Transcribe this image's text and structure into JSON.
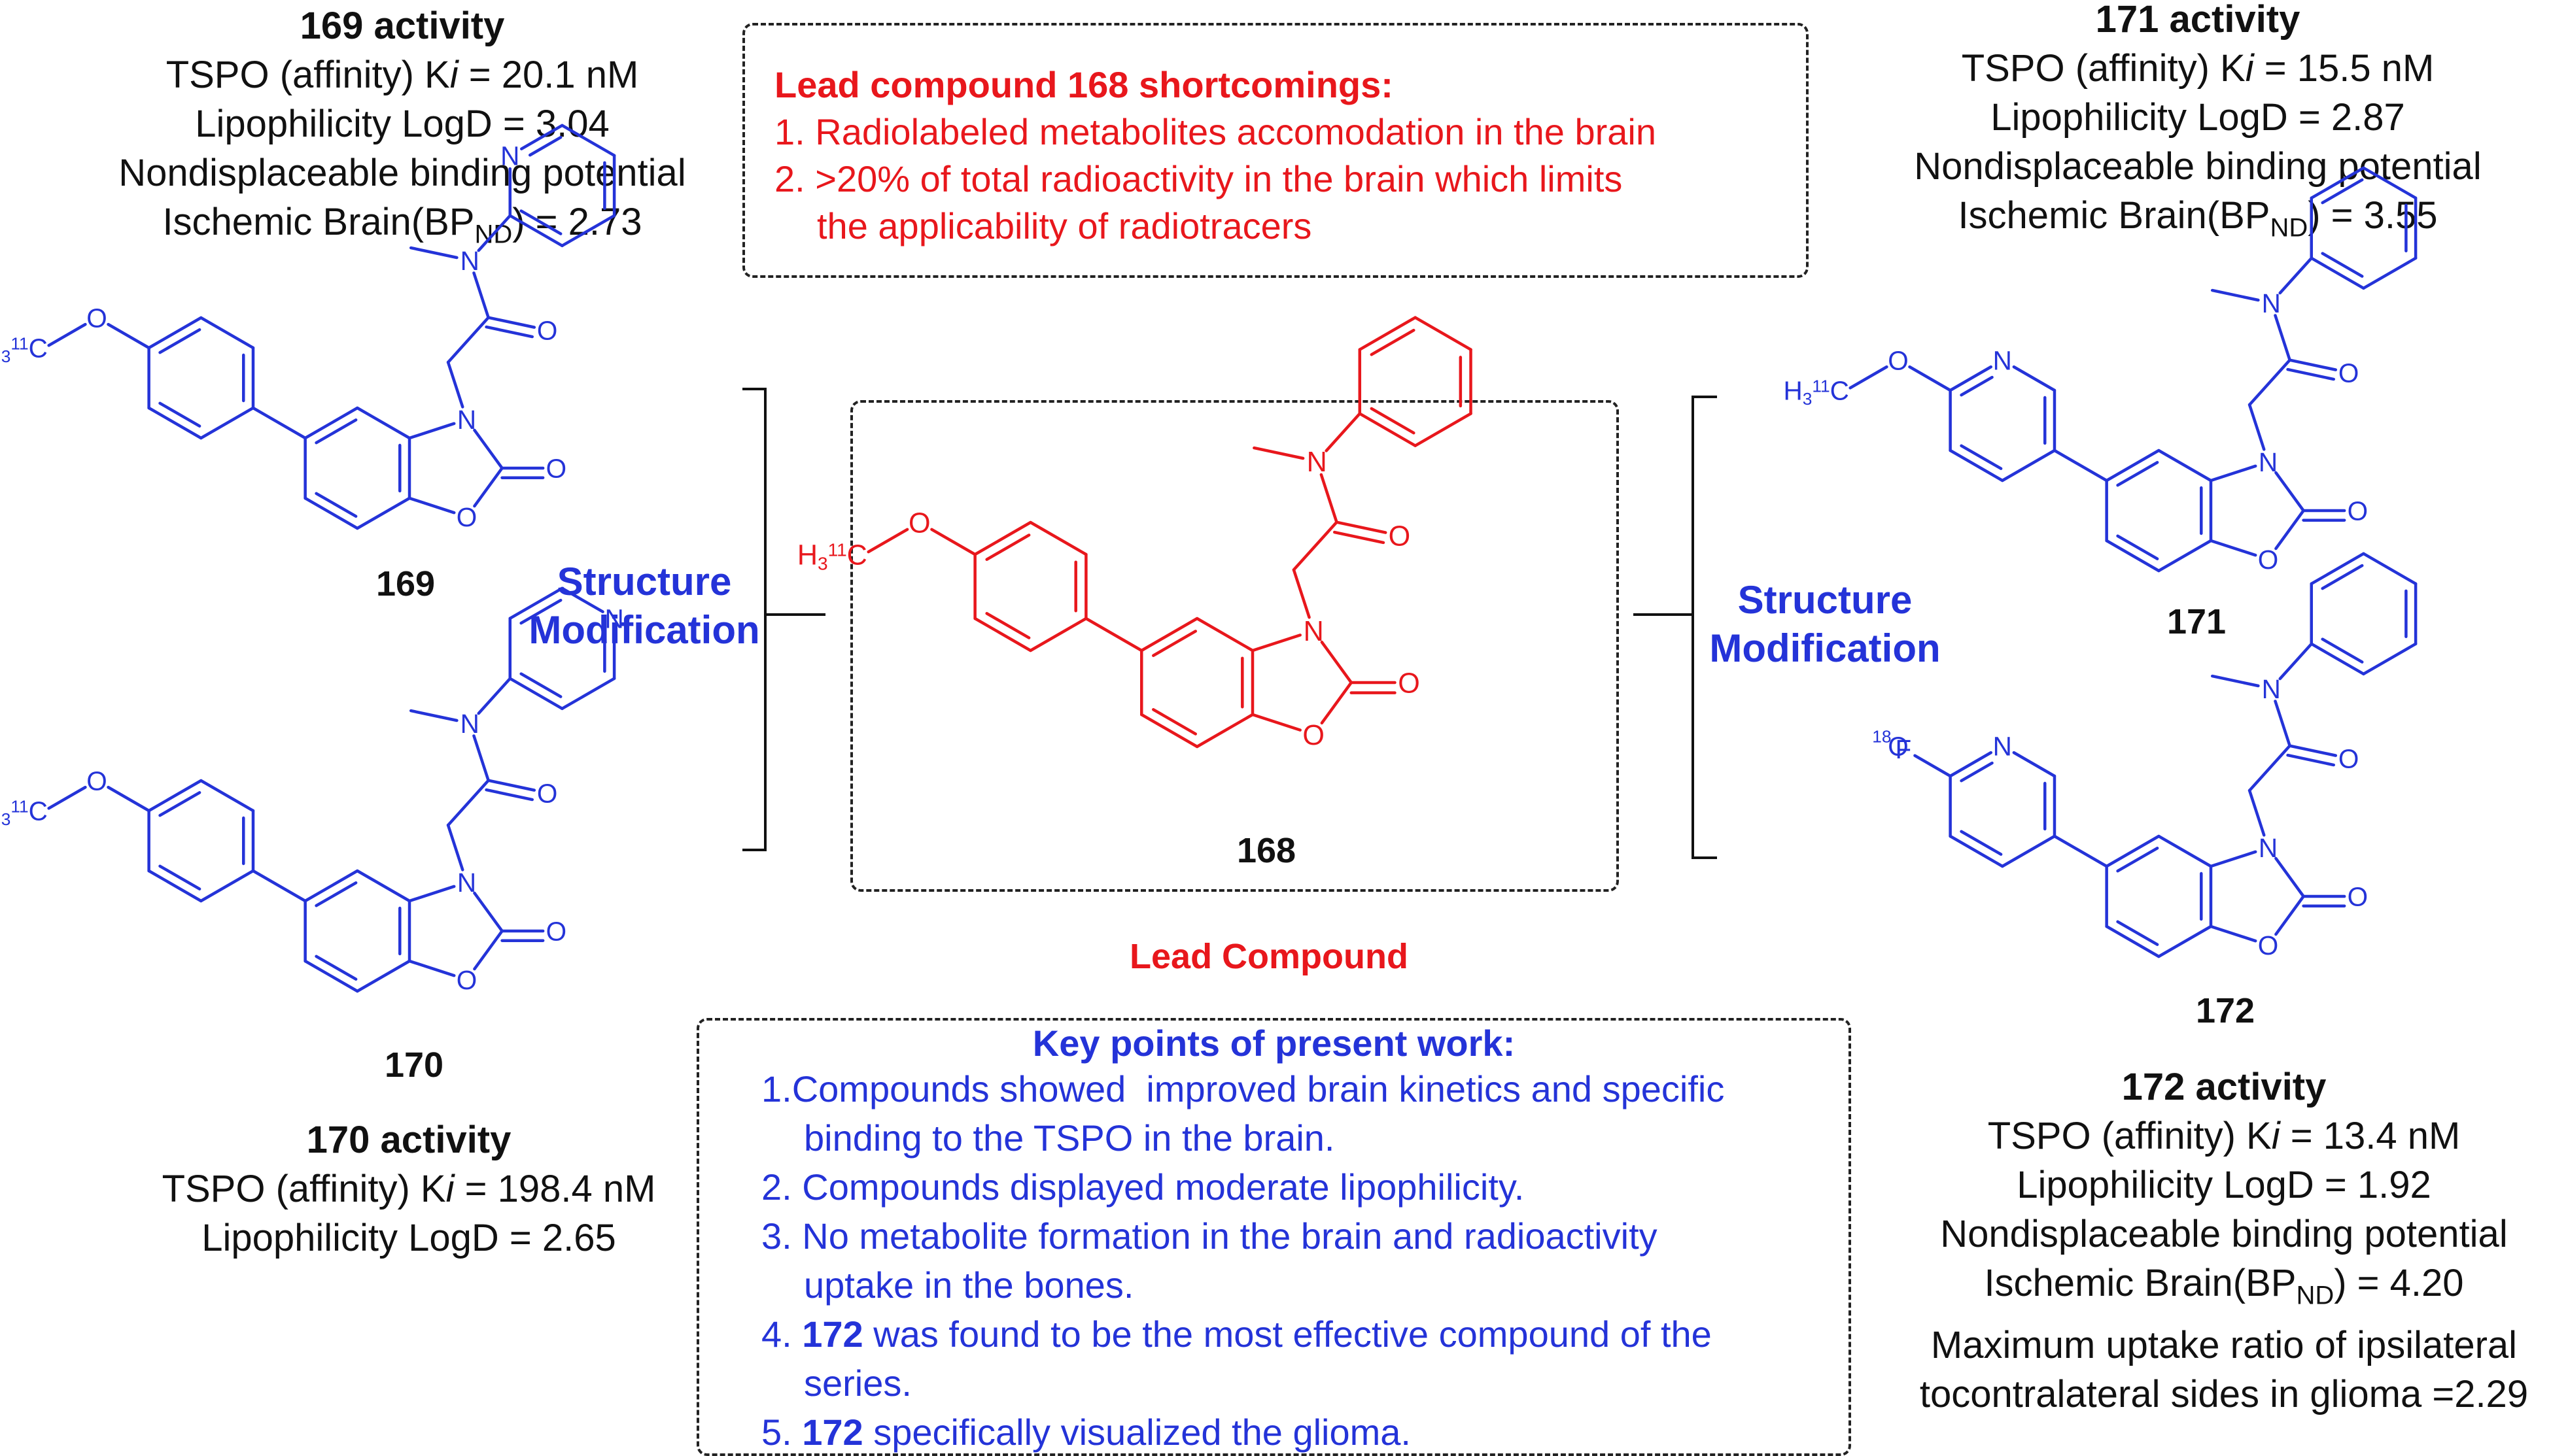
{
  "act169": {
    "title": "169 activity",
    "l1a": "TSPO (affinity) K",
    "l1i": "i",
    "l1b": " = 20.1 nM",
    "l2": "Lipophilicity LogD = 3.04",
    "l3": "Nondisplaceable binding potential",
    "l4a": "Ischemic Brain(BP",
    "l4sub": "ND",
    "l4b": ") = 2.73"
  },
  "act171": {
    "title": "171 activity",
    "l1a": "TSPO (affinity) K",
    "l1i": "i",
    "l1b": " = 15.5 nM",
    "l2": "Lipophilicity LogD = 2.87",
    "l3": "Nondisplaceable binding potential",
    "l4a": "Ischemic Brain(BP",
    "l4sub": "ND",
    "l4b": ") = 3.55"
  },
  "act170": {
    "title": "170 activity",
    "l1a": "TSPO (affinity) K",
    "l1i": "i",
    "l1b": " = 198.4 nM",
    "l2": "Lipophilicity LogD = 2.65"
  },
  "act172": {
    "title": "172 activity",
    "l1a": "TSPO (affinity) K",
    "l1i": "i",
    "l1b": " = 13.4 nM",
    "l2": "Lipophilicity LogD = 1.92",
    "l3": "Nondisplaceable binding potential",
    "l4a": "Ischemic Brain(BP",
    "l4sub": "ND",
    "l4b": ") = 4.20",
    "l5": "Maximum uptake ratio of ipsilateral",
    "l6": "tocontralateral sides in glioma =2.29"
  },
  "shortcomings": {
    "title": "Lead compound 168 shortcomings:",
    "p1": "1. Radiolabeled metabolites accomodation in the brain",
    "p2a": "2. >20% of total radioactivity in the brain which limits",
    "p2b": "the applicability of radiotracers"
  },
  "keypoints": {
    "title": "Key points of present work:",
    "p1a": "1.Compounds showed  improved brain kinetics and specific",
    "p1b": "binding to the TSPO in the brain.",
    "p2": "2. Compounds displayed moderate lipophilicity.",
    "p3a": "3. No metabolite formation in the brain and radioactivity",
    "p3b": "uptake in the bones.",
    "p4num": "4. ",
    "p4bold": "172",
    "p4a": " was found to be the most effective compound of the",
    "p4b": "series.",
    "p5num": "5. ",
    "p5bold": "172",
    "p5a": " specifically visualized the glioma."
  },
  "labels": {
    "c169": "169",
    "c170": "170",
    "c171": "171",
    "c172": "172",
    "c168": "168",
    "lead": "Lead Compound",
    "mod_left_1": "Structure",
    "mod_left_2": "Modification",
    "mod_right_1": "Structure",
    "mod_right_2": "Modification"
  },
  "atoms": {
    "O": "O",
    "N": "N",
    "F": "F",
    "H3": "H",
    "three": "3",
    "c11": "11",
    "C": "C",
    "f18": "18"
  },
  "colors": {
    "red": "#e8171c",
    "blue": "#2433d8",
    "text": "#111111"
  }
}
